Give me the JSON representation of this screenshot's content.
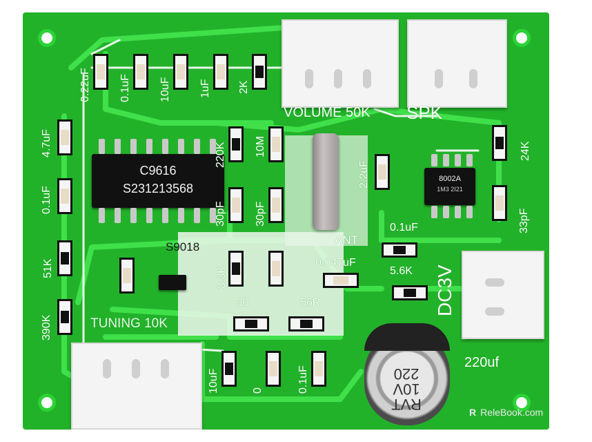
{
  "board": {
    "chip_main": {
      "line1": "C9616",
      "line2": "S231213568"
    },
    "chip_small": {
      "line1": "8002A",
      "line2": "1M3 2I21"
    },
    "labels": {
      "volume": "VOLUME 50K",
      "spk": "SPK",
      "dc3v": "DC3V",
      "tuning": "TUNING 10K",
      "cap_220uf": "220uf",
      "s9018": "S9018",
      "ant": "ANT",
      "r_220k": "220K",
      "r_10m": "10M",
      "c_30pf_a": "30pF",
      "c_30pf_b": "30pF",
      "c_47uf": "4.7uF",
      "c_01uf_left": "0.1uF",
      "r_51k": "51K",
      "r_390k": "390K",
      "r_24k": "24K",
      "c_33pf": "33pF",
      "c_22uf": "2.2uF",
      "c_01uf_right": "0.1uF",
      "r_56k": "5.6K",
      "c_047uf": "0.047uF",
      "r_33k": "3.3K",
      "r_30": "30",
      "r_56r": "56R",
      "c_022uf": "0.22uF",
      "c_01uf_top": "0.1uF",
      "c_10uf": "10uF",
      "c_1uf_top": "1uF",
      "r_2k": "2K",
      "c_10uf_bottom": "10uF",
      "c_01uf_bottom": "0.1uF",
      "c_0_bottom": "0"
    },
    "elcap_text": {
      "line1": "RVT",
      "line2": "10V",
      "line3": "220"
    }
  },
  "watermark": {
    "mark": "R",
    "text": "ReleBook.com"
  }
}
